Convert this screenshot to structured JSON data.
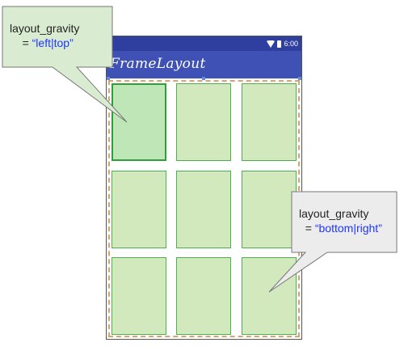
{
  "phone": {
    "status_time": "6:00",
    "app_title": "FrameLayout"
  },
  "grid": {
    "rows": 3,
    "columns": 3,
    "selected_cell": "row 1, column 1"
  },
  "callouts": [
    {
      "label": "layout_gravity",
      "equals": "= ",
      "value": "“left|top”"
    },
    {
      "label": "layout_gravity",
      "equals": "= ",
      "value": "“bottom|right”"
    }
  ],
  "colors": {
    "statusbar": "#2f3fa0",
    "appbar": "#3f51b5",
    "cell_fill": "#d2e8bd",
    "cell_border": "#4caf50",
    "callout_fill": "#d9ecd1",
    "callout_fill_2": "#ececec",
    "value_text": "#1f35ff",
    "frame_dash": "#d8a468"
  }
}
